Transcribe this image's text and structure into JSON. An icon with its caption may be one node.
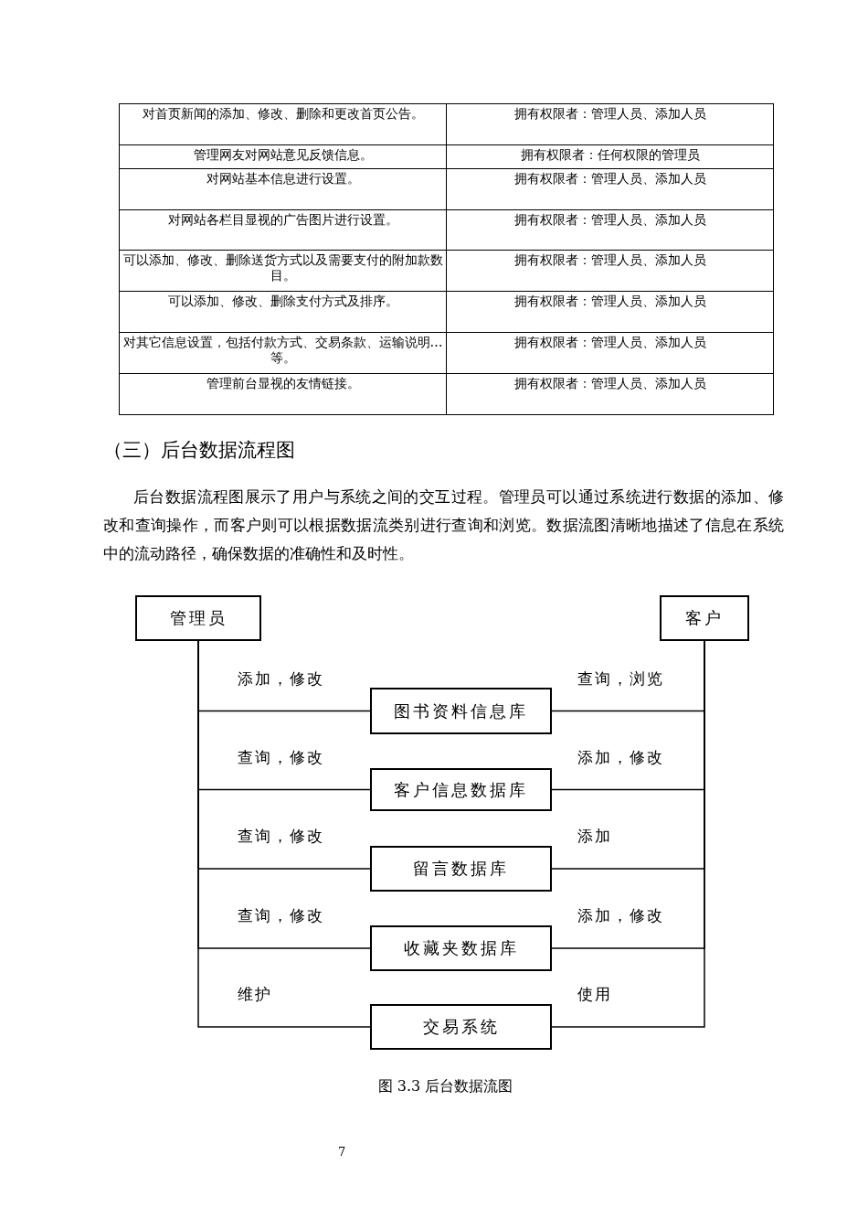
{
  "diagram": {
    "caption": "图 3.3 后台数据流图",
    "nodes": [
      {
        "text": [
          "管理员"
        ]
      },
      {
        "text": [
          "客户"
        ]
      },
      {
        "text": [
          "图书资料信息库"
        ]
      },
      {
        "text": [
          "客户信息数据库"
        ]
      },
      {
        "text": [
          "留言数据库"
        ]
      },
      {
        "text": [
          "收藏夹数据库"
        ]
      },
      {
        "text": [
          "交易系统"
        ]
      }
    ],
    "edges": [
      {
        "from": 0,
        "to": 2,
        "arrow": "none",
        "label": "添加，修改"
      },
      {
        "from": 1,
        "to": 2,
        "arrow": "none",
        "label": "查询，浏览"
      },
      {
        "from": 0,
        "to": 3,
        "arrow": "none",
        "label": "查询，修改"
      },
      {
        "from": 1,
        "to": 3,
        "arrow": "none",
        "label": "添加，修改"
      },
      {
        "from": 0,
        "to": 4,
        "arrow": "none",
        "label": "查询，修改"
      },
      {
        "from": 1,
        "to": 4,
        "arrow": "none",
        "label": "添加"
      },
      {
        "from": 0,
        "to": 5,
        "arrow": "none",
        "label": "查询，修改"
      },
      {
        "from": 1,
        "to": 5,
        "arrow": "none",
        "label": "添加，修改"
      },
      {
        "from": 0,
        "to": 6,
        "arrow": "none",
        "label": "维护"
      },
      {
        "from": 1,
        "to": 6,
        "arrow": "none",
        "label": "使用"
      }
    ],
    "labels": [
      "对首页新闻的添加、修改、删除和更改首页公告。",
      "拥有权限者：管理人员、添加人员",
      "管理网友对网站意见反馈信息。",
      "拥有权限者：任何权限的管理员",
      "对网站基本信息进行设置。",
      "拥有权限者：管理人员、添加人员",
      "对网站各栏目显视的广告图片进行设置。",
      "拥有权限者：管理人员、添加人员",
      "可以添加、修改、删除送货方式以及需要支付的附加款数目。",
      "拥有权限者：管理人员、添加人员",
      "可以添加、修改、删除支付方式及排序。",
      "拥有权限者：管理人员、添加人员",
      "对其它信息设置，包括付款方式、交易条款、运输说明…等。",
      "拥有权限者：管理人员、添加人员",
      "管理前台显视的友情链接。",
      "拥有权限者：管理人员、添加人员",
      "（三）后台数据流程图",
      "后台数据流程图展示了用户与系统之间的交互过程。管理员可以通过系统进行数据的添加、修改和查询操作，而客户则可以根据数据流类别进行查询和浏览。数据流图清晰地描述了信息在系统中的流动路径，确保数据的准确性和及时性。",
      "7"
    ]
  }
}
